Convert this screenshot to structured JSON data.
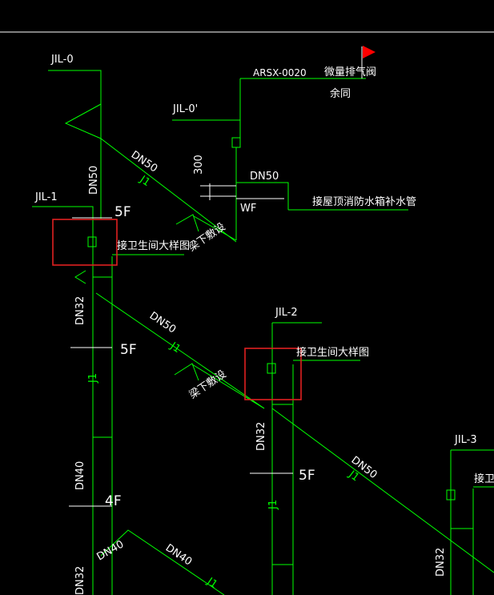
{
  "colors": {
    "background": "#000000",
    "pipe": "#00ff00",
    "text": "#ffffff",
    "highlight": "#e02020",
    "flag": "#ff0000"
  },
  "labels": {
    "jil0": "JIL-0",
    "jil0p": "JIL-0'",
    "jil1": "JIL-1",
    "jil2": "JIL-2",
    "jil3": "JIL-3",
    "arsx": "ARSX-0020",
    "vent_valve": "微量排气阀",
    "same": "余同",
    "dn50": "DN50",
    "dn32": "DN32",
    "dn40": "DN40",
    "j1": "J1",
    "wf": "WF",
    "dim_300": "300",
    "floor_5f": "5F",
    "floor_4f": "4F",
    "roof_tank": "接屋顶消防水箱补水管",
    "bathroom_detail": "接卫生间大样图",
    "bathroom_detail_short": "接卫",
    "beam_under": "梁下敷设"
  }
}
